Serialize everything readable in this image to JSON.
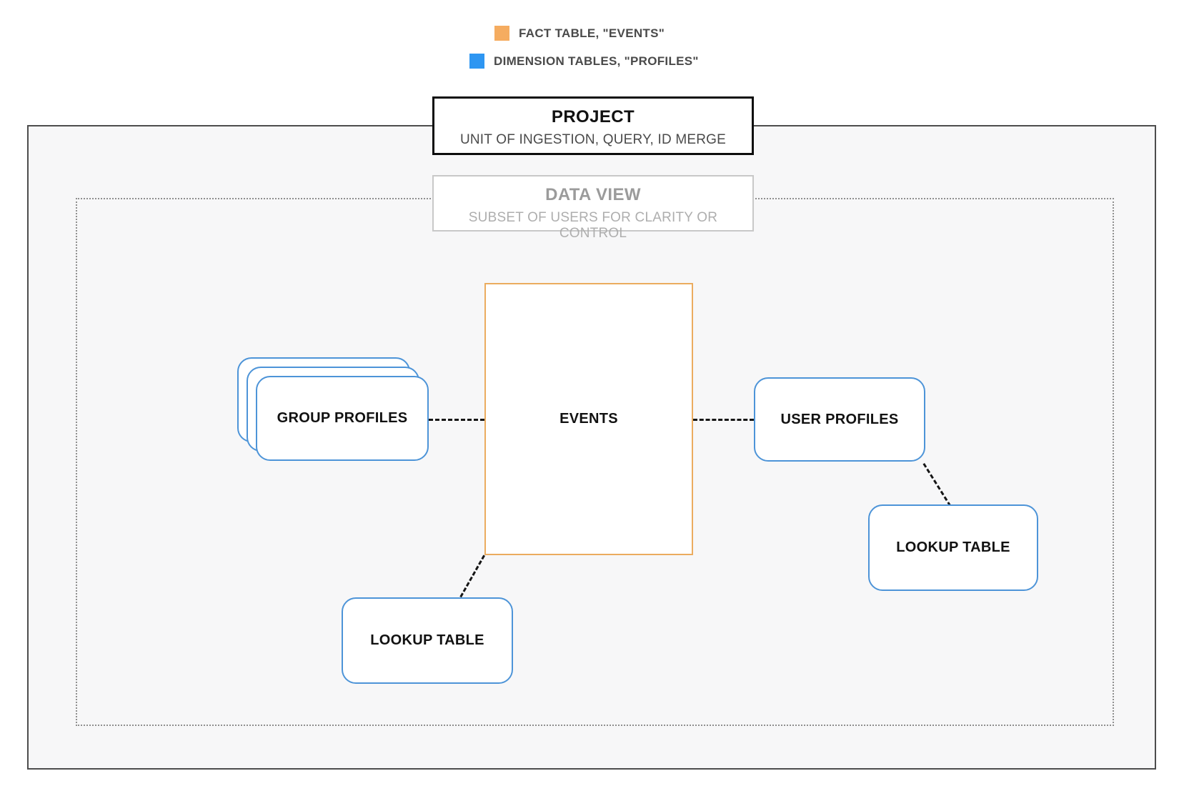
{
  "legend": {
    "items": [
      {
        "label": "FACT TABLE, \"EVENTS\"",
        "color": "#f5ac60"
      },
      {
        "label": "DIMENSION TABLES, \"PROFILES\"",
        "color": "#2e96f2"
      }
    ]
  },
  "project": {
    "title": "PROJECT",
    "subtitle": "UNIT OF INGESTION, QUERY, ID MERGE"
  },
  "data_view": {
    "title": "DATA VIEW",
    "subtitle": "SUBSET OF USERS FOR CLARITY OR CONTROL"
  },
  "nodes": {
    "events": {
      "label": "EVENTS"
    },
    "group_profiles": {
      "label": "GROUP PROFILES"
    },
    "user_profiles": {
      "label": "USER PROFILES"
    },
    "lookup_table_right": {
      "label": "LOOKUP TABLE"
    },
    "lookup_table_bottom": {
      "label": "LOOKUP TABLE"
    }
  },
  "colors": {
    "fact_border": "#ebac5f",
    "dimension_border": "#4d94d8",
    "connector": "#161616"
  }
}
